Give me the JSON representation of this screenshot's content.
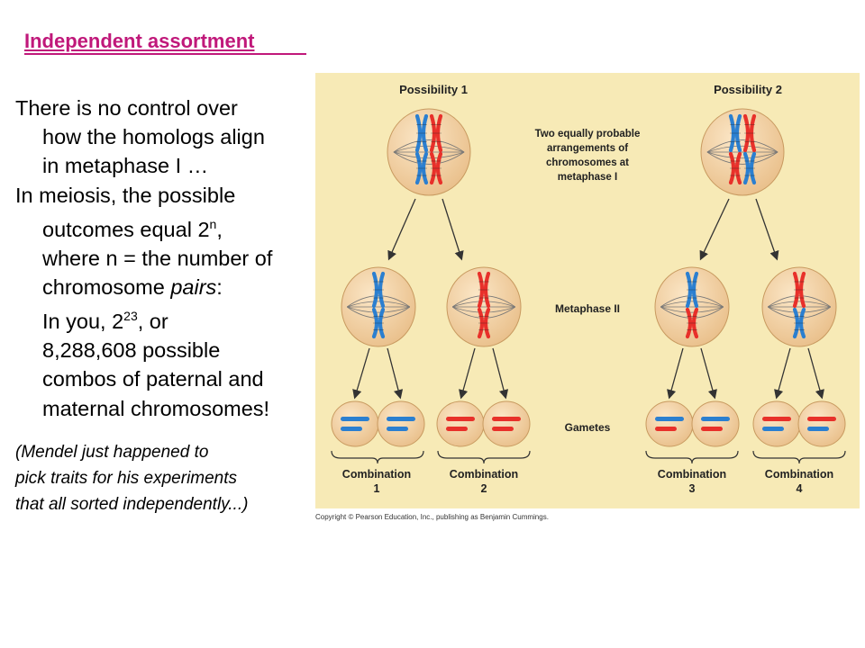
{
  "slide": {
    "title": "Independent assortment",
    "body": {
      "l1": "There is no control over",
      "l2": "how the homologs align",
      "l3": "in metaphase I …",
      "l4": "In meiosis, the possible",
      "l5a": "outcomes equal 2",
      "l5sup": "n",
      "l5b": ",",
      "l6": "where n = the number of",
      "l7a": "chromosome ",
      "l7em": "pairs",
      "l7b": ":",
      "l8a": "In you, 2",
      "l8sup": "23",
      "l8b": ", or",
      "l9": "8,288,608 possible",
      "l10": "combos of paternal and",
      "l11": "maternal chromosomes!"
    },
    "note": {
      "l1": "(Mendel just happened to",
      "l2": "pick traits for his experiments",
      "l3": "that all sorted independently...)"
    }
  },
  "figure": {
    "possibility_1": "Possibility 1",
    "possibility_2": "Possibility 2",
    "caption_l1": "Two equally probable",
    "caption_l2": "arrangements of",
    "caption_l3": "chromosomes at",
    "caption_l4": "metaphase I",
    "metaphase_ii": "Metaphase II",
    "gametes": "Gametes",
    "comb_label": "Combination",
    "comb_1": "1",
    "comb_2": "2",
    "comb_3": "3",
    "comb_4": "4",
    "colors": {
      "background": "#f7eab6",
      "cell": "#f2cf9c",
      "red_chromosome": "#e8302a",
      "blue_chromosome": "#2b7fd0",
      "title": "#c0187a"
    }
  },
  "copyright": "Copyright © Pearson Education, Inc., publishing as Benjamin Cummings."
}
